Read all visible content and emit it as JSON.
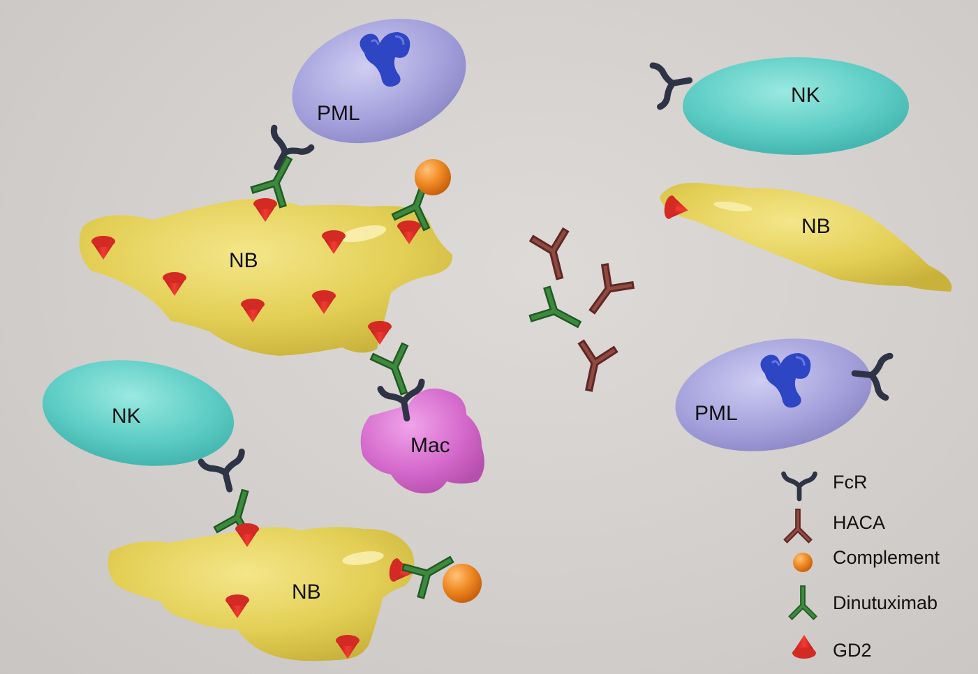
{
  "labels": {
    "pml_top": "PML",
    "nb_top_left": "NB",
    "nk_bottom_left": "NK",
    "mac": "Mac",
    "nb_bottom_left": "NB",
    "nk_top_right": "NK",
    "nb_right": "NB",
    "pml_right": "PML"
  },
  "legend": {
    "fcr": "FcR",
    "haca": "HACA",
    "complement": "Complement",
    "dinutuximab": "Dinutuximab",
    "gd2": "GD2"
  },
  "colors": {
    "nb": "#e6d45a",
    "nk": "#5fd0c8",
    "pml": "#a8a6de",
    "mac": "#d86fcf",
    "fcr": "#2f3346",
    "haca": "#7a3832",
    "complement": "#f08a22",
    "dinutuximab": "#2f6e32",
    "gd2": "#e32626",
    "granule": "#2b44c6"
  }
}
